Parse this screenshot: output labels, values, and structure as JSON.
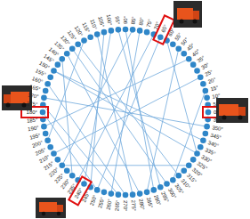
{
  "diagram": {
    "labels": [
      "0°",
      "5°",
      "10°",
      "15°",
      "20°",
      "25°",
      "30°",
      "35°",
      "40°",
      "45°",
      "50°",
      "55°",
      "60°",
      "65°",
      "70°",
      "75°",
      "80°",
      "85°",
      "90°",
      "95°",
      "100°",
      "105°",
      "110°",
      "115°",
      "120°",
      "125°",
      "130°",
      "135°",
      "140°",
      "145°",
      "150°",
      "155°",
      "160°",
      "165°",
      "170°",
      "175°",
      "180°",
      "185°",
      "190°",
      "195°",
      "200°",
      "205°",
      "210°",
      "215°",
      "220°",
      "225°",
      "230°",
      "235°",
      "240°",
      "245°",
      "250°",
      "255°",
      "260°",
      "265°",
      "270°",
      "275°",
      "280°",
      "285°",
      "290°",
      "295°",
      "300°",
      "305°",
      "310°",
      "315°",
      "320°",
      "325°",
      "330°",
      "335°",
      "340°",
      "345°",
      "350°",
      "355°"
    ]
  }
}
